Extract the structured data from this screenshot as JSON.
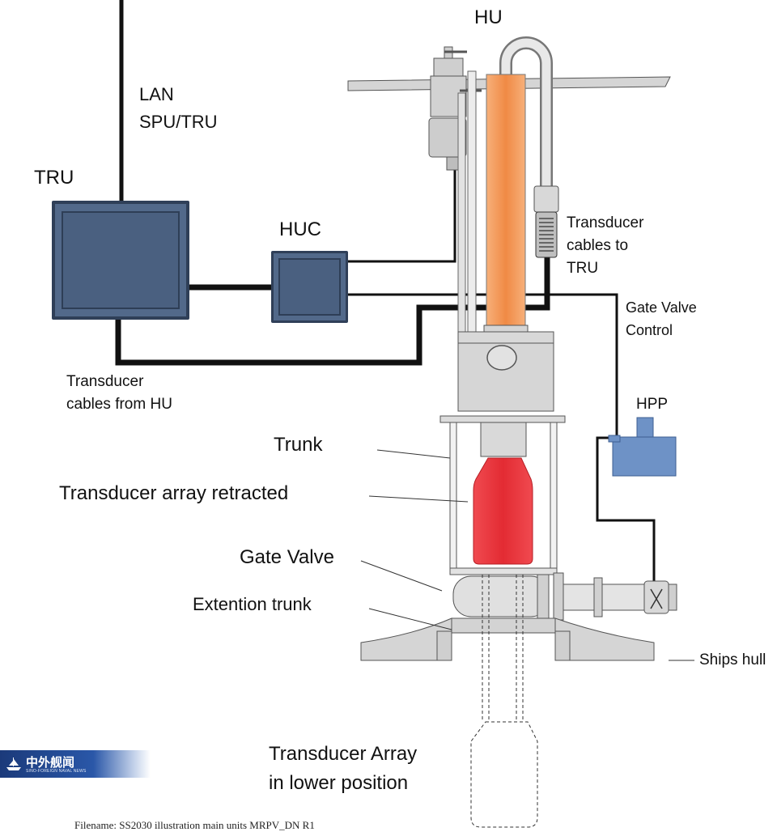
{
  "labels": {
    "hu": "HU",
    "lan_line1": "LAN",
    "lan_line2": "SPU/TRU",
    "tru": "TRU",
    "huc": "HUC",
    "transducer_cables_to_tru": "Transducer\ncables to\nTRU",
    "gate_valve_control": "Gate Valve\nControl",
    "transducer_cables_from_hu": "Transducer\ncables from HU",
    "hpp": "HPP",
    "trunk": "Trunk",
    "transducer_array_retracted": "Transducer array retracted",
    "gate_valve": "Gate Valve",
    "extention_trunk": "Extention trunk",
    "ships_hull": "Ships hull",
    "transducer_array_lower": "Transducer Array\nin lower position"
  },
  "logo": {
    "text_cn": "中外舰闻",
    "text_en": "SINO-FOREIGN NAVAL NEWS"
  },
  "filename": "Filename:  SS2030 illustration main units MRPV_DN R1",
  "colors": {
    "unit_box_fill": "#4e6482",
    "unit_box_border": "#2e3e56",
    "transducer_red": "#e8323a",
    "shaft_orange": "#f29a5c",
    "hpp_blue": "#6e92c6",
    "structure_grey": "#d3d3d3",
    "logo_blue": "#1b3a7a"
  }
}
